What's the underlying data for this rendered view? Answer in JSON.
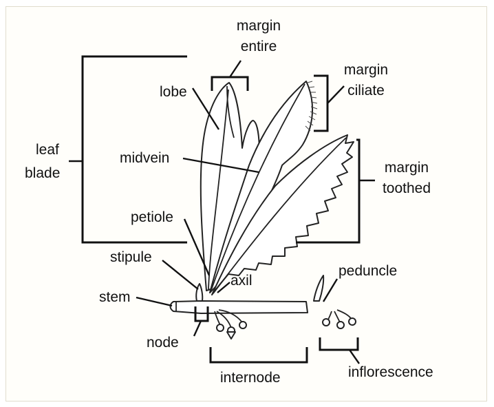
{
  "labels": {
    "margin_entire_line1": "margin",
    "margin_entire_line2": "entire",
    "margin_ciliate_line1": "margin",
    "margin_ciliate_line2": "ciliate",
    "lobe": "lobe",
    "leaf_blade_line1": "leaf",
    "leaf_blade_line2": "blade",
    "midvein": "midvein",
    "margin_toothed_line1": "margin",
    "margin_toothed_line2": "toothed",
    "petiole": "petiole",
    "stipule": "stipule",
    "axil": "axil",
    "peduncle": "peduncle",
    "stem": "stem",
    "node": "node",
    "internode": "internode",
    "inflorescence": "inflorescence"
  },
  "colors": {
    "frame_border": "#e0dccd",
    "ink": "#111111"
  }
}
